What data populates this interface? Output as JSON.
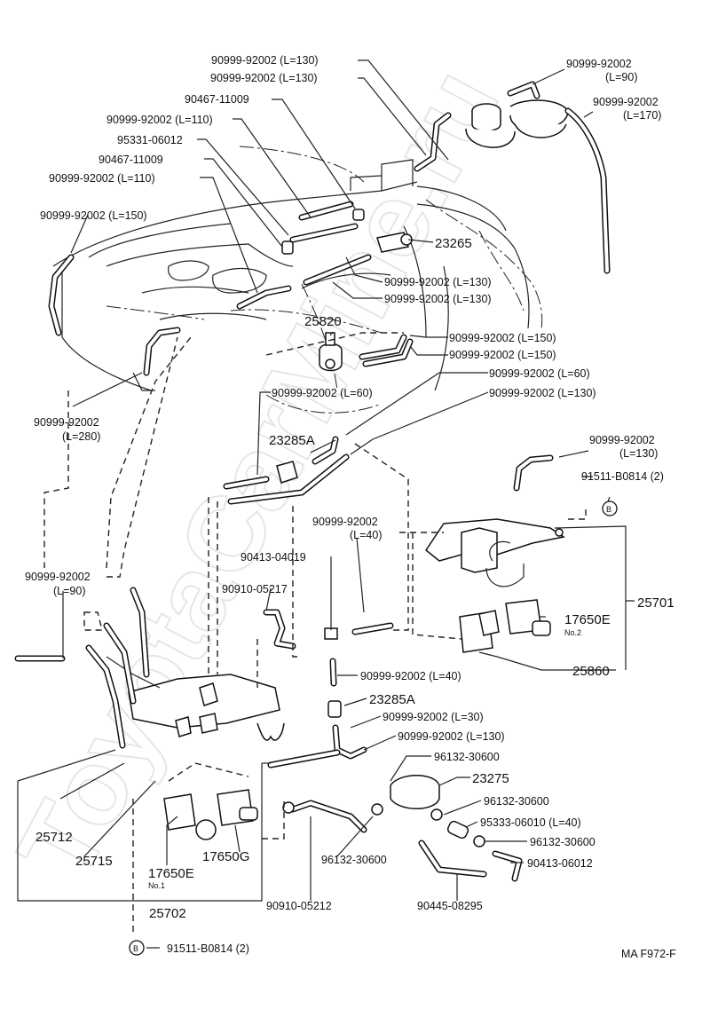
{
  "watermark": "ToyotaCarMine.ru",
  "diagram_code": "MA F972-F",
  "labels": {
    "h130a": "90999-92002 (L=130)",
    "h130b": "90999-92002 (L=130)",
    "h90top_a": "90999-92002",
    "h90top_b": "(L=90)",
    "h170_a": "90999-92002",
    "h170_b": "(L=170)",
    "c11009a": "90467-11009",
    "h110a": "90999-92002 (L=110)",
    "p95331": "95331-06012",
    "c11009b": "90467-11009",
    "h110b": "90999-92002 (L=110)",
    "h150a": "90999-92002 (L=150)",
    "p23265": "23265",
    "h130c": "90999-92002 (L=130)",
    "h130d": "90999-92002 (L=130)",
    "p25820": "25820",
    "h150b": "90999-92002 (L=150)",
    "h150c": "90999-92002 (L=150)",
    "h60a": "90999-92002 (L=60)",
    "h60b": "90999-92002 (L=60)",
    "h130e": "90999-92002 (L=130)",
    "h280_a": "90999-92002",
    "h280_b": "(L=280)",
    "p23285a1": "23285A",
    "h130f_a": "90999-92002",
    "h130f_b": "(L=130)",
    "b91511a": "91511-B0814 (2)",
    "circleB": "B",
    "h40a_a": "90999-92002",
    "h40a_b": "(L=40)",
    "c04019": "90413-04019",
    "h90b_a": "90999-92002",
    "h90b_b": "(L=90)",
    "p05217": "90910-05217",
    "p25701": "25701",
    "p17650e2": "17650E",
    "no2": "No.2",
    "p25860": "25860",
    "h40b": "90999-92002 (L=40)",
    "p23285a2": "23285A",
    "h30": "90999-92002 (L=30)",
    "h130g": "90999-92002 (L=130)",
    "cl30600a": "96132-30600",
    "p23275": "23275",
    "cl30600b": "96132-30600",
    "p95333": "95333-06010 (L=40)",
    "cl30600c": "96132-30600",
    "c06012": "90413-06012",
    "p25712": "25712",
    "p25715": "25715",
    "p17650e1": "17650E",
    "no1": "No.1",
    "p17650g": "17650G",
    "cl30600d": "96132-30600",
    "p25702": "25702",
    "p05212": "90910-05212",
    "p08295": "90445-08295",
    "b91511b": "91511-B0814 (2)"
  }
}
